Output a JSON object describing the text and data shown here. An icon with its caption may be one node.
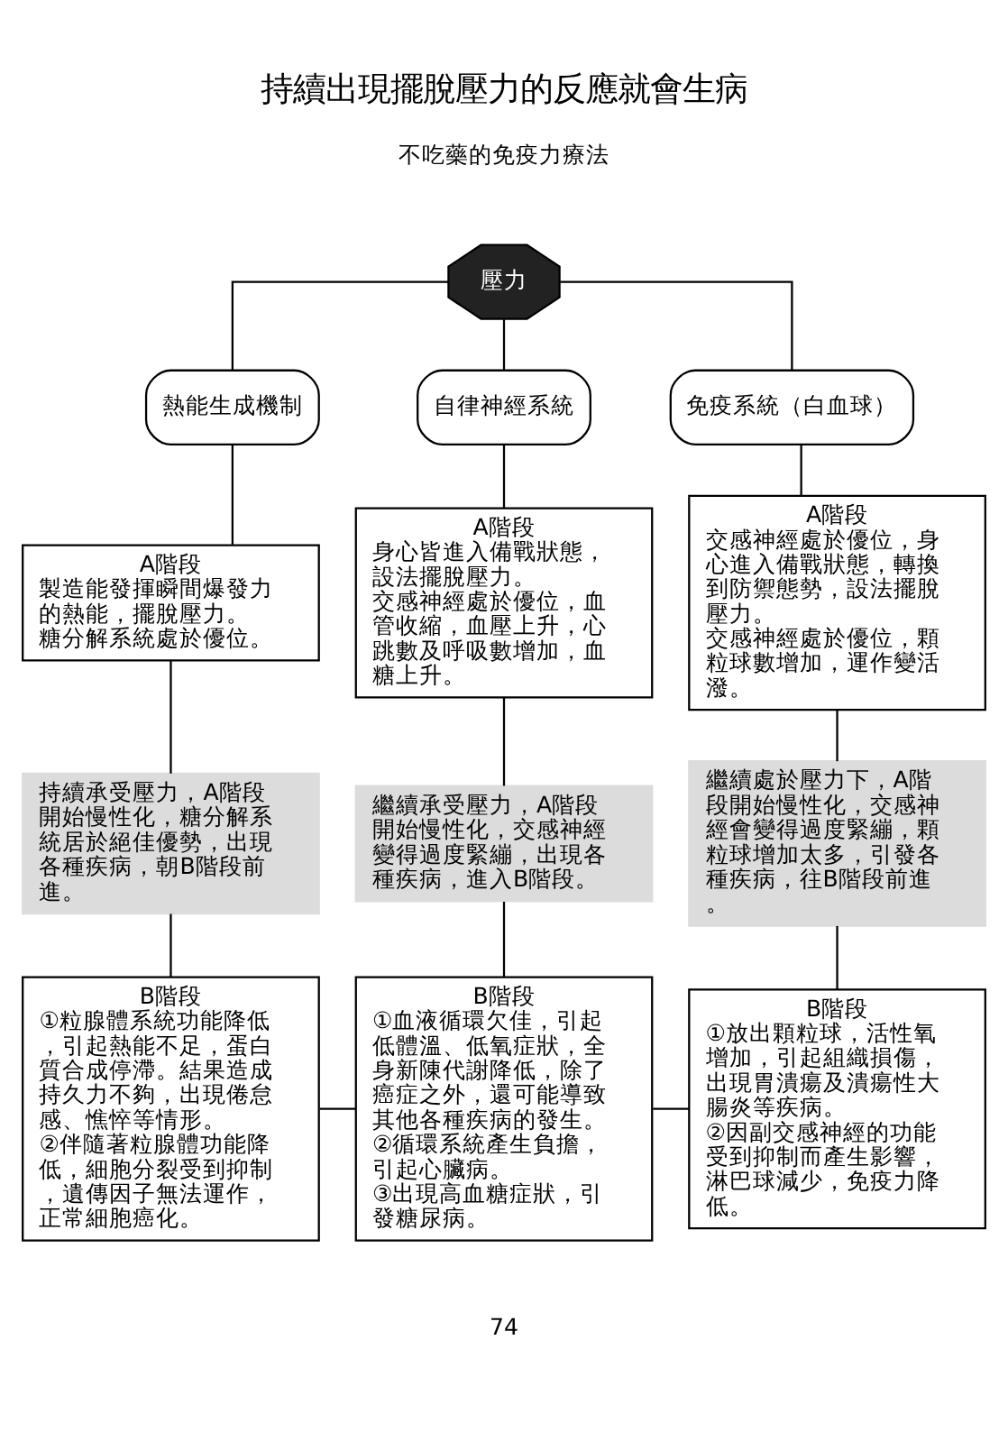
{
  "diagram": {
    "title": "持續出現擺脫壓力的反應就會生病",
    "nodes": [
      {
        "text": [
          "壓力"
        ]
      },
      {
        "text": [
          "熱能生成機制"
        ]
      },
      {
        "text": [
          "自律神經系統"
        ]
      },
      {
        "text": [
          "免疫系統（白血球）"
        ]
      },
      {
        "text": [
          "A階段",
          "製造能發揮瞬間爆發力的熱能，擺脫壓力。",
          "糖分解系統處於優位。"
        ]
      },
      {
        "text": [
          "A階段",
          "身心皆進入備戰狀態，設法擺脫壓力。",
          "交感神經處於優位，血管收縮，血壓上升，心跳數及呼吸數增加，血糖上升。"
        ]
      },
      {
        "text": [
          "A階段",
          "交感神經處於優位，身心進入備戰狀態，轉換到防禦態勢，設法擺脫壓力。",
          "交感神經處於優位，顆粒球數增加，運作變活潑。"
        ]
      },
      {
        "text": [
          "持續承受壓力，A階段開始慢性化，糖分解系統居於絕佳優勢，出現各種疾病，朝B階段前進。"
        ]
      },
      {
        "text": [
          "繼續承受壓力，A階段開始慢性化，交感神經變得過度緊繃，出現各種疾病，進入B階段。"
        ]
      },
      {
        "text": [
          "繼續處於壓力下，A階段開始慢性化，交感神經會變得過度緊繃，顆粒球增加太多，引發各種疾病，往B階段前進。"
        ]
      },
      {
        "text": [
          "B階段",
          "①粒腺體系統功能降低，引起熱能不足，蛋白質合成停滯。結果造成持久力不夠，出現倦怠感、憔悴等情形。",
          "②伴隨著粒腺體功能降低，細胞分裂受到抑制，遺傳因子無法運作，正常細胞癌化。"
        ]
      },
      {
        "text": [
          "B階段",
          "①血液循環欠佳，引起低體溫、低氧症狀，全身新陳代謝降低，除了癌症之外，還可能導致其他各種疾病的發生。",
          "②循環系統產生負擔，引起心臟病。",
          "③出現高血糖症狀，引發糖尿病。"
        ]
      },
      {
        "text": [
          "B階段",
          "①放出顆粒球，活性氧增加，引起組織損傷，出現胃潰瘍及潰瘍性大腸炎等疾病。",
          "②因副交感神經的功能受到抑制而產生影響，淋巴球減少，免疫力降低。"
        ]
      }
    ],
    "edges": [
      {
        "from": 0,
        "to": 1,
        "arrow": "none"
      },
      {
        "from": 0,
        "to": 2,
        "arrow": "none"
      },
      {
        "from": 0,
        "to": 3,
        "arrow": "none"
      },
      {
        "from": 1,
        "to": 4,
        "arrow": "none"
      },
      {
        "from": 2,
        "to": 5,
        "arrow": "none"
      },
      {
        "from": 3,
        "to": 6,
        "arrow": "none"
      },
      {
        "from": 4,
        "to": 7,
        "arrow": "none"
      },
      {
        "from": 5,
        "to": 8,
        "arrow": "none"
      },
      {
        "from": 6,
        "to": 9,
        "arrow": "none"
      },
      {
        "from": 7,
        "to": 10,
        "arrow": "none"
      },
      {
        "from": 8,
        "to": 11,
        "arrow": "none"
      },
      {
        "from": 9,
        "to": 12,
        "arrow": "none"
      },
      {
        "from": 10,
        "to": 11,
        "arrow": "none"
      },
      {
        "from": 11,
        "to": 12,
        "arrow": "none"
      }
    ],
    "labels": [
      "不吃藥的免疫力療法",
      "74"
    ]
  }
}
